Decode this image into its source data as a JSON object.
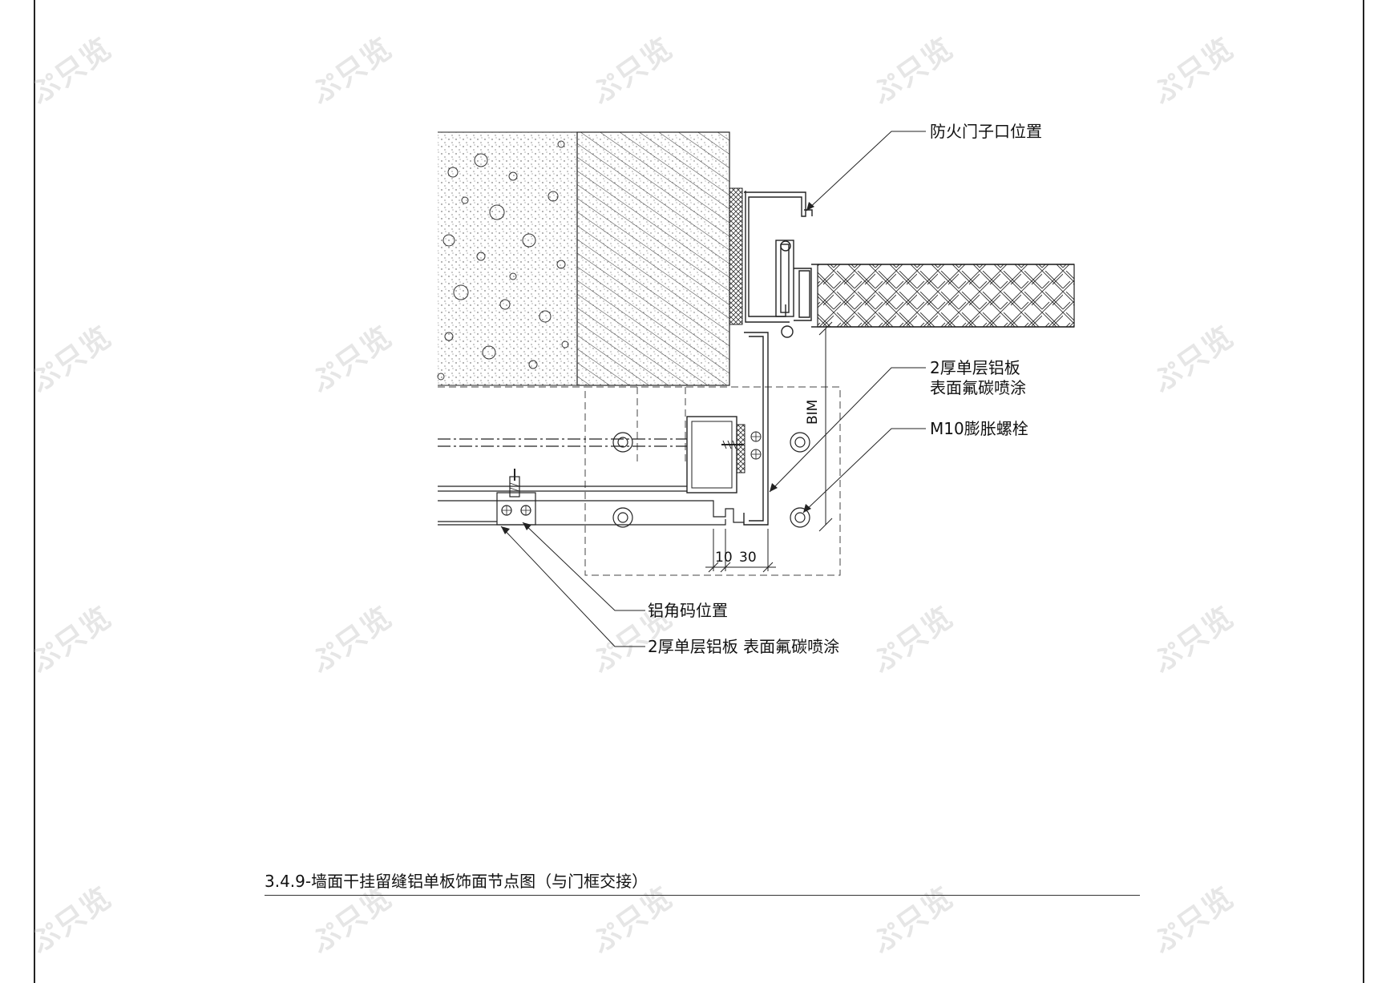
{
  "labels": {
    "fire_door_position": "防火门子口位置",
    "panel_right_line1": "2厚单层铝板",
    "panel_right_line2": "表面氟碳喷涂",
    "bolt": "M10膨胀螺栓",
    "angle_position": "铝角码位置",
    "panel_bottom": "2厚单层铝板 表面氟碳喷涂"
  },
  "dimensions": {
    "gap_10": "10",
    "gap_30": "30",
    "vertical": "BIM"
  },
  "title": "3.4.9-墙面干挂留缝铝单板饰面节点图（与门框交接）",
  "watermark": "ぷ只览",
  "colors": {
    "line": "#222222",
    "hatch": "#333333",
    "watermark": "#e6e6e6"
  }
}
